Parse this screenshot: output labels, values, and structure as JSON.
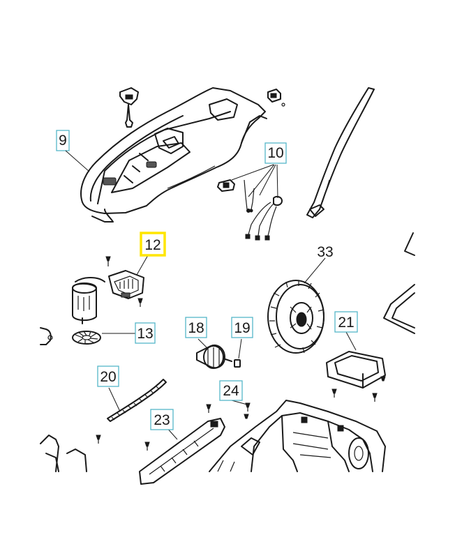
{
  "diagram": {
    "callouts": [
      {
        "id": "c9",
        "label": "9"
      },
      {
        "id": "c10",
        "label": "10"
      },
      {
        "id": "c12",
        "label": "12",
        "highlighted": true
      },
      {
        "id": "c13",
        "label": "13"
      },
      {
        "id": "c18",
        "label": "18"
      },
      {
        "id": "c19",
        "label": "19"
      },
      {
        "id": "c20",
        "label": "20"
      },
      {
        "id": "c21",
        "label": "21"
      },
      {
        "id": "c23",
        "label": "23"
      },
      {
        "id": "c24",
        "label": "24"
      },
      {
        "id": "c33",
        "label": "33",
        "boxed": false
      }
    ],
    "colors": {
      "callout_border": "#55b6c8",
      "highlight_border": "#ffe600",
      "line": "#1a1a1a",
      "background": "#ffffff"
    }
  }
}
